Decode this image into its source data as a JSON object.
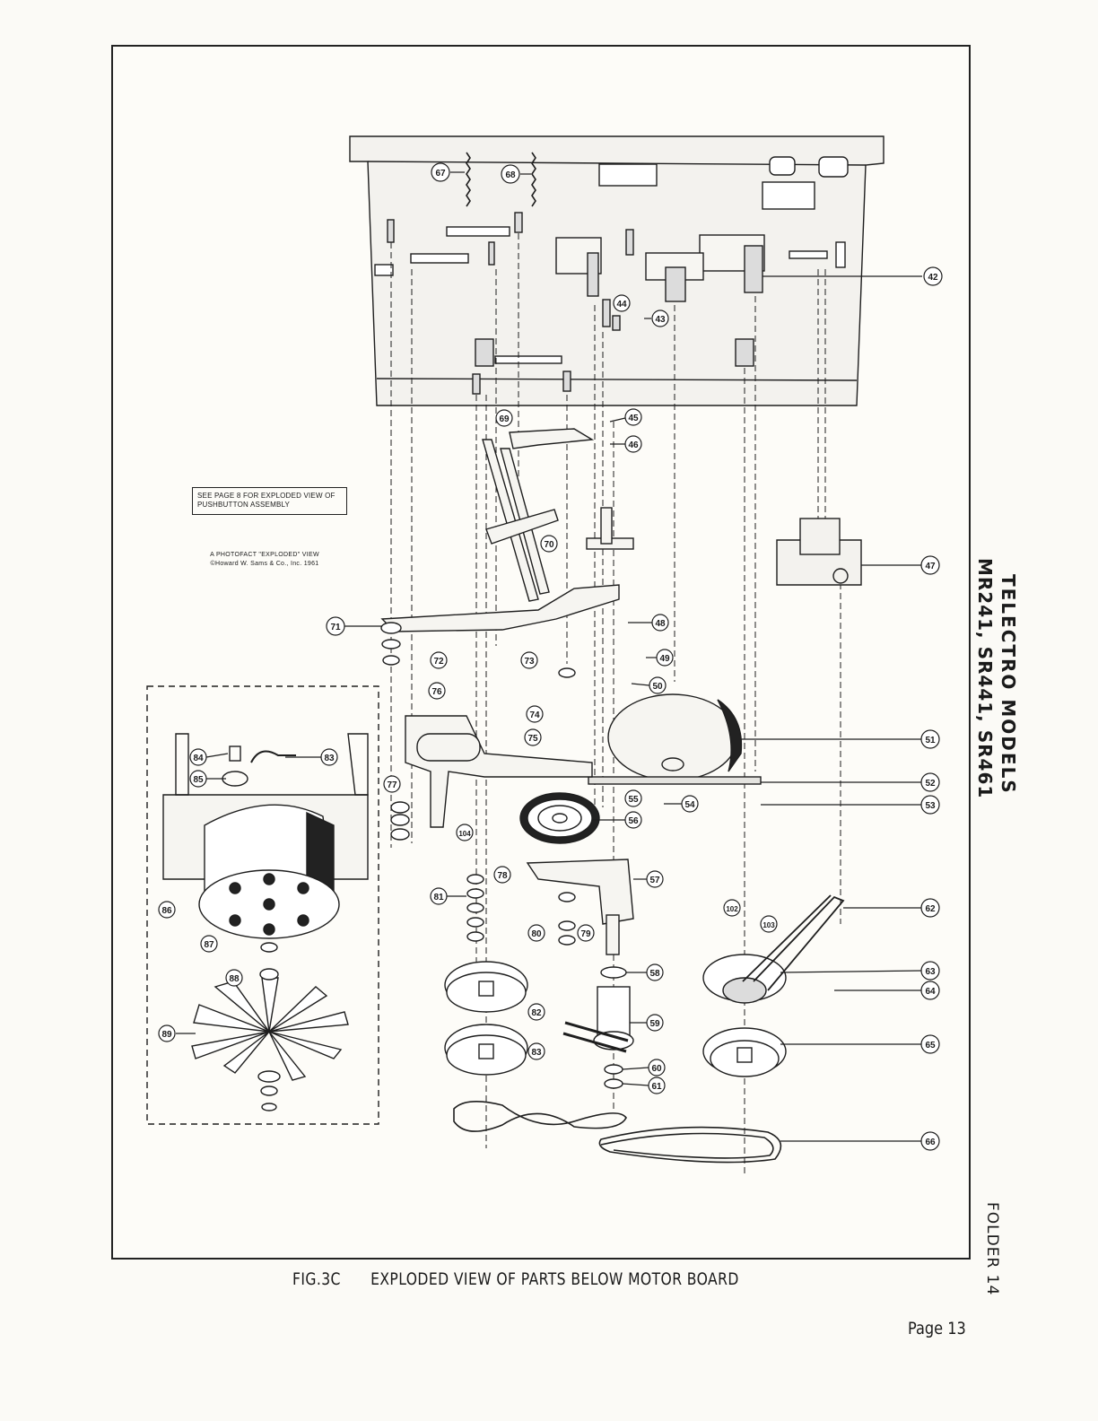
{
  "header": {
    "brand": "TELECTRO MODELS",
    "models": "MR241, SR441, SR461",
    "folder": "FOLDER 14"
  },
  "notes": {
    "see_page": "SEE PAGE 8 FOR EXPLODED VIEW OF PUSHBUTTON ASSEMBLY",
    "photofact_line1": "A PHOTOFACT \"EXPLODED\" VIEW",
    "photofact_line2": "©Howard W. Sams & Co., Inc. 1961"
  },
  "caption": {
    "figure": "FIG.3C",
    "title": "EXPLODED VIEW OF PARTS BELOW MOTOR BOARD"
  },
  "footer": {
    "page": "Page 13"
  },
  "callouts": [
    "42",
    "43",
    "44",
    "45",
    "46",
    "47",
    "48",
    "49",
    "50",
    "51",
    "52",
    "53",
    "54",
    "55",
    "56",
    "57",
    "58",
    "59",
    "60",
    "61",
    "62",
    "63",
    "64",
    "65",
    "66",
    "67",
    "68",
    "69",
    "70",
    "71",
    "72",
    "73",
    "74",
    "75",
    "76",
    "77",
    "78",
    "79",
    "80",
    "81",
    "82",
    "83",
    "83",
    "84",
    "85",
    "86",
    "87",
    "88",
    "89",
    "102",
    "103",
    "104"
  ]
}
